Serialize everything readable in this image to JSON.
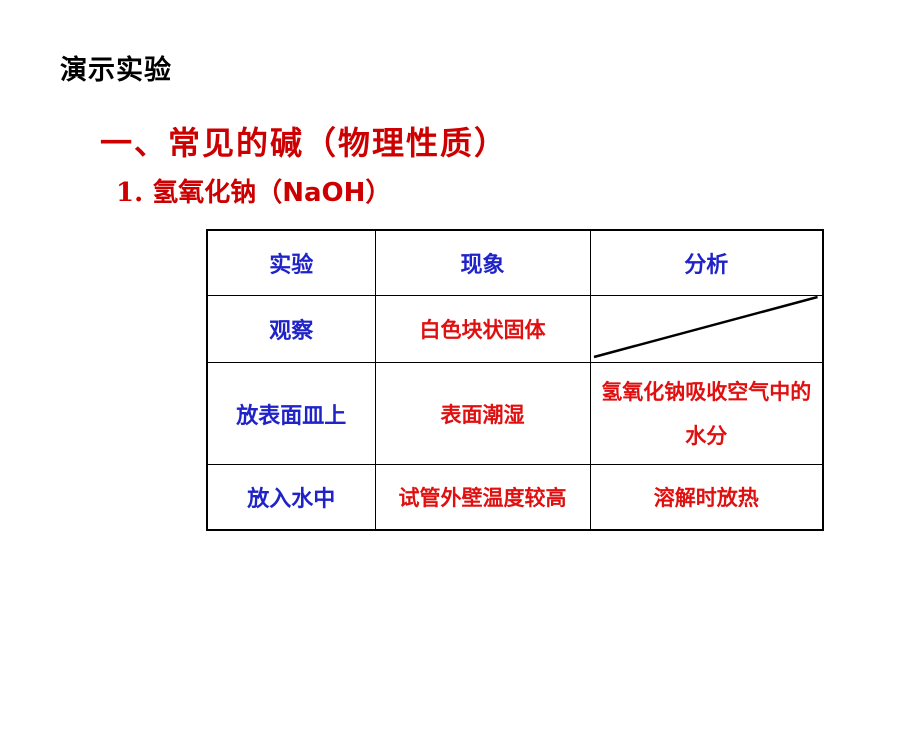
{
  "slide": {
    "heading": "演示实验",
    "section_title": "一、常见的碱（物理性质）",
    "sub_title_num": "1.",
    "sub_title_text": "氢氧化钠（NaOH）"
  },
  "table": {
    "headers": [
      "实验",
      "现象",
      "分析"
    ],
    "rows": [
      {
        "experiment": "观察",
        "phenomenon": "白色块状固体",
        "analysis": ""
      },
      {
        "experiment": "放表面皿上",
        "phenomenon": "表面潮湿",
        "analysis": "氢氧化钠吸收空气中的水分"
      },
      {
        "experiment": "放入水中",
        "phenomenon": "试管外壁温度较高",
        "analysis": "溶解时放热"
      }
    ]
  },
  "colors": {
    "title_red": "#cc0000",
    "cell_red": "#e01010",
    "header_blue": "#1f23c8"
  }
}
